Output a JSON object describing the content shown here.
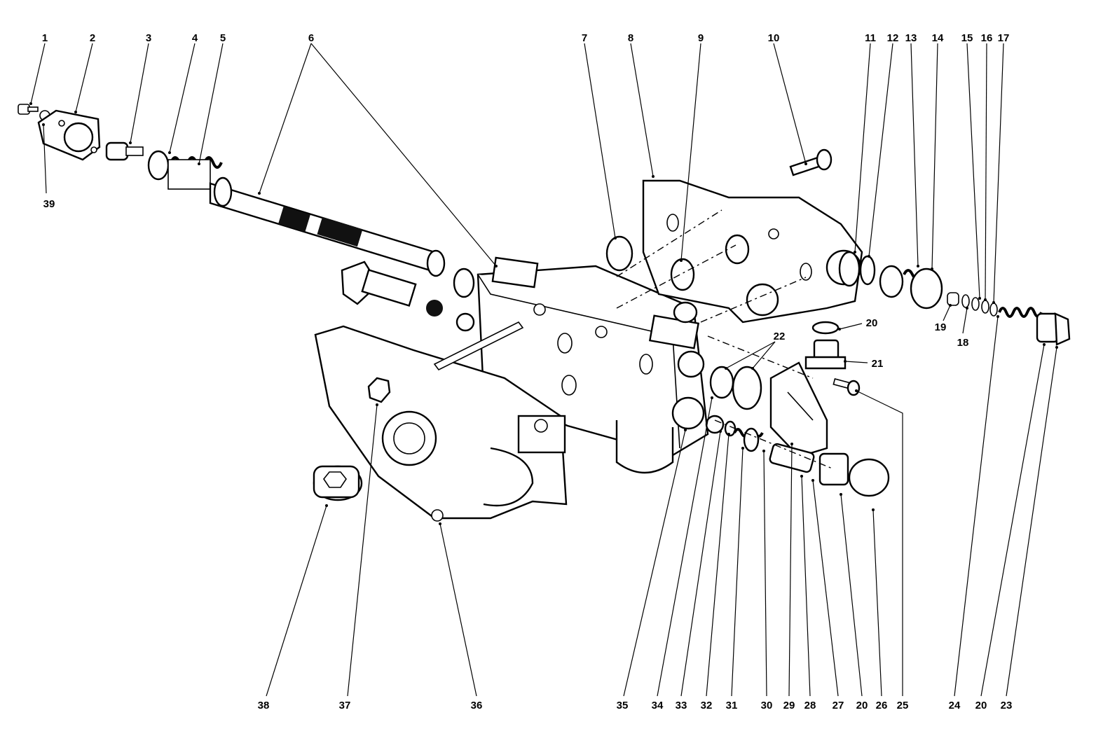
{
  "diagram": {
    "type": "exploded-parts-view",
    "callouts": [
      {
        "id": "c1",
        "label": "1"
      },
      {
        "id": "c2",
        "label": "2"
      },
      {
        "id": "c3",
        "label": "3"
      },
      {
        "id": "c4",
        "label": "4"
      },
      {
        "id": "c5",
        "label": "5"
      },
      {
        "id": "c6",
        "label": "6"
      },
      {
        "id": "c7",
        "label": "7"
      },
      {
        "id": "c8",
        "label": "8"
      },
      {
        "id": "c9",
        "label": "9"
      },
      {
        "id": "c10",
        "label": "10"
      },
      {
        "id": "c11",
        "label": "11"
      },
      {
        "id": "c12",
        "label": "12"
      },
      {
        "id": "c13",
        "label": "13"
      },
      {
        "id": "c14",
        "label": "14"
      },
      {
        "id": "c15",
        "label": "15"
      },
      {
        "id": "c16",
        "label": "16"
      },
      {
        "id": "c17",
        "label": "17"
      },
      {
        "id": "c39",
        "label": "39"
      },
      {
        "id": "c19",
        "label": "19"
      },
      {
        "id": "c18",
        "label": "18"
      },
      {
        "id": "c20a",
        "label": "20"
      },
      {
        "id": "c21",
        "label": "21"
      },
      {
        "id": "c22",
        "label": "22"
      },
      {
        "id": "c38",
        "label": "38"
      },
      {
        "id": "c37",
        "label": "37"
      },
      {
        "id": "c36",
        "label": "36"
      },
      {
        "id": "c35",
        "label": "35"
      },
      {
        "id": "c34",
        "label": "34"
      },
      {
        "id": "c33",
        "label": "33"
      },
      {
        "id": "c32",
        "label": "32"
      },
      {
        "id": "c31",
        "label": "31"
      },
      {
        "id": "c30",
        "label": "30"
      },
      {
        "id": "c29",
        "label": "29"
      },
      {
        "id": "c28",
        "label": "28"
      },
      {
        "id": "c27",
        "label": "27"
      },
      {
        "id": "c20b",
        "label": "20"
      },
      {
        "id": "c26",
        "label": "26"
      },
      {
        "id": "c25",
        "label": "25"
      },
      {
        "id": "c24",
        "label": "24"
      },
      {
        "id": "c20c",
        "label": "20"
      },
      {
        "id": "c23",
        "label": "23"
      }
    ]
  }
}
